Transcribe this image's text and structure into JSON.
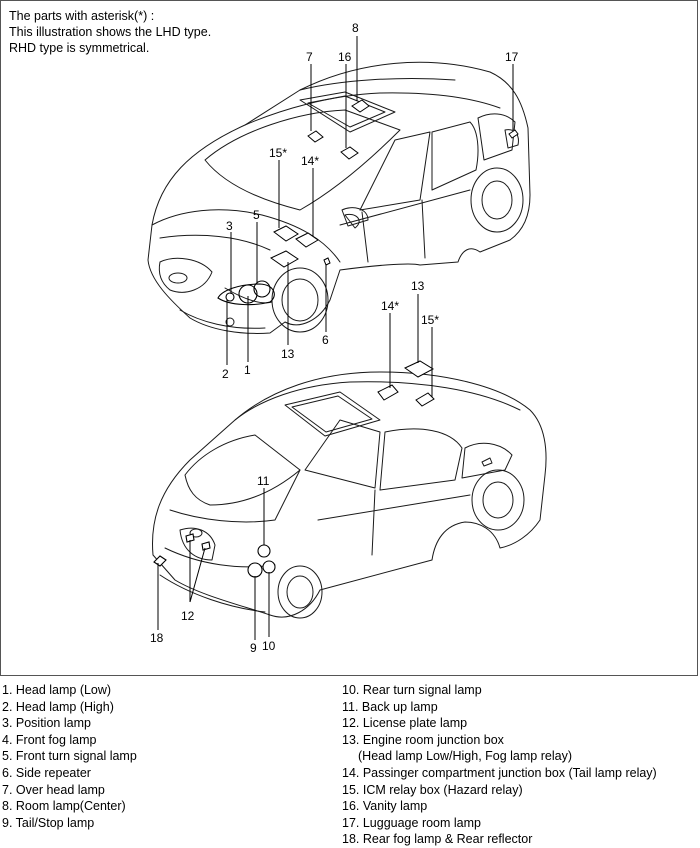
{
  "note": {
    "line1": "The parts with asterisk(*) :",
    "line2": "This illustration shows the LHD type.",
    "line3": "RHD type is symmetrical."
  },
  "callouts": {
    "front": [
      "8",
      "7",
      "16",
      "17",
      "15*",
      "14*",
      "3",
      "5",
      "13",
      "6",
      "2",
      "1"
    ],
    "rear": [
      "13",
      "14*",
      "15*",
      "11",
      "12",
      "18",
      "9",
      "10"
    ]
  },
  "legend": {
    "left": [
      "1. Head lamp (Low)",
      "2. Head lamp (High)",
      "3. Position lamp",
      "4. Front fog lamp",
      "5. Front turn signal lamp",
      "6. Side repeater",
      "7. Over head lamp",
      "8. Room lamp(Center)",
      "9. Tail/Stop lamp"
    ],
    "right": [
      "10. Rear turn signal lamp",
      "11. Back up lamp",
      "12. License plate lamp",
      "13. Engine room junction box",
      "(Head lamp Low/High, Fog lamp relay)",
      "14. Passinger compartment junction box (Tail lamp relay)",
      "15. ICM relay box (Hazard relay)",
      "16. Vanity lamp",
      "17. Lugguage room lamp",
      "18. Rear fog lamp & Rear reflector"
    ]
  },
  "colors": {
    "line": "#000000",
    "outline": "#1a1a1a",
    "frame": "#555555"
  }
}
